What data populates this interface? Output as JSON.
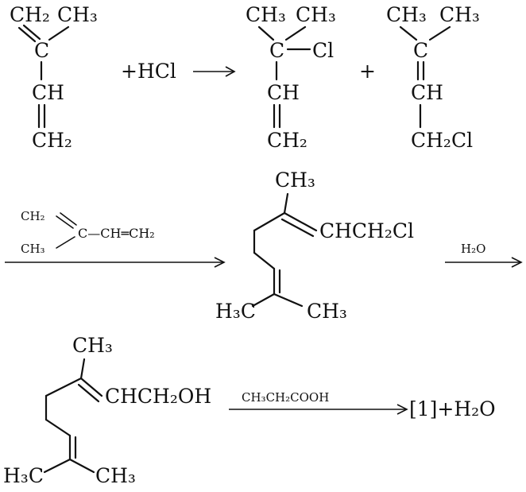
{
  "row1": {
    "isoprene": {
      "ch2_top": "CH₂",
      "ch3": "CH₃",
      "c": "C",
      "ch": "CH",
      "ch2_bottom": "CH₂"
    },
    "reagent": "+HCl",
    "product1": {
      "ch3_left": "CH₃",
      "ch3_right": "CH₃",
      "c": "C",
      "cl": "Cl",
      "ch": "CH",
      "ch2": "CH₂"
    },
    "plus": "+",
    "product2": {
      "ch3_left": "CH₃",
      "ch3_right": "CH₃",
      "c": "C",
      "ch": "CH",
      "ch2cl": "CH₂Cl"
    }
  },
  "row2": {
    "arrow_reagent": {
      "ch2": "CH₂",
      "ch3": "CH₃",
      "chain": "C—CH═CH₂"
    },
    "product": {
      "ch3_top": "CH₃",
      "chain": "CHCH₂Cl",
      "h3c": "H₃C",
      "ch3_bottom": "CH₃"
    },
    "arrow2_label": "H₂O"
  },
  "row3": {
    "alcohol": {
      "ch3_top": "CH₃",
      "chain": "CHCH₂OH",
      "h3c": "H₃C",
      "ch3_bottom": "CH₃"
    },
    "arrow_label": "CH₃CH₂COOH",
    "result": "[1]+H₂O"
  }
}
